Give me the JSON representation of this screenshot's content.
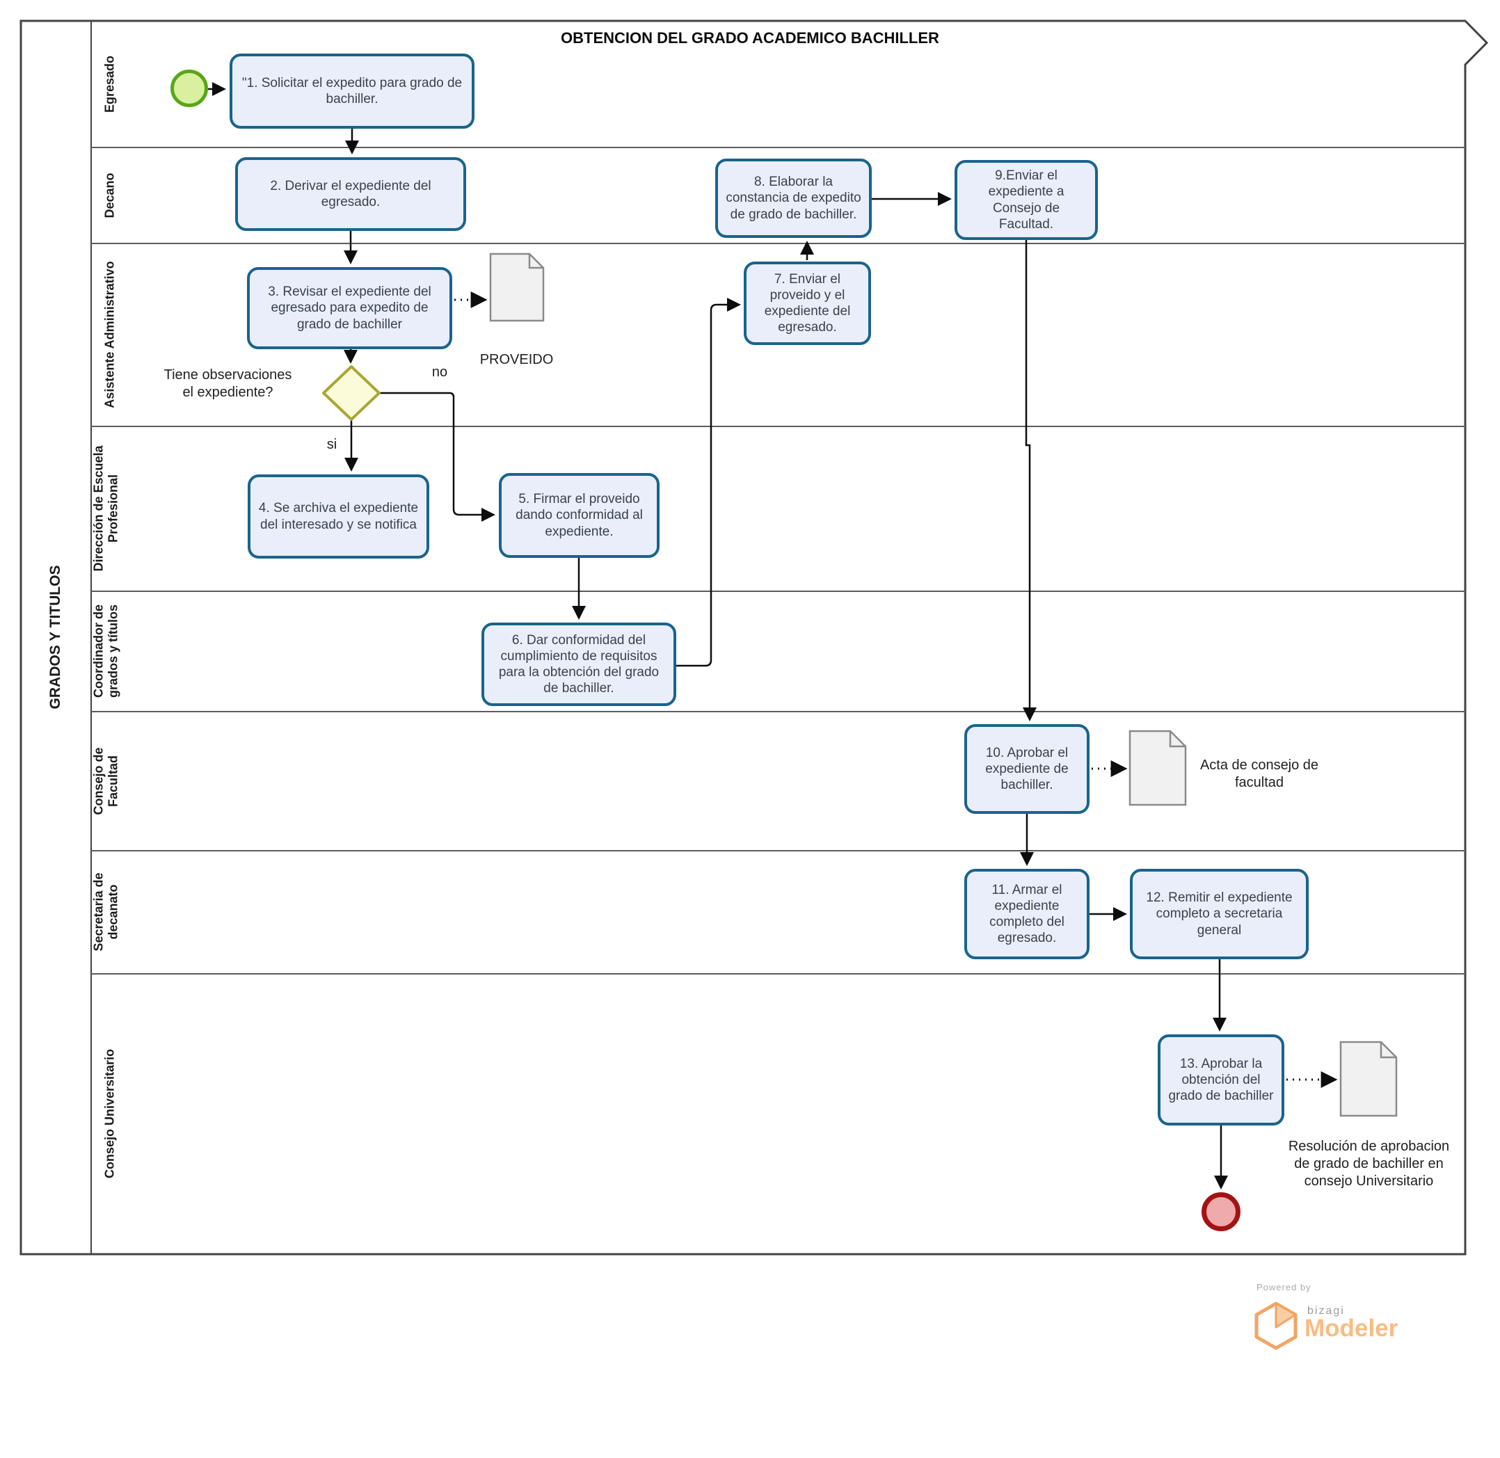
{
  "title": "OBTENCION DEL GRADO ACADEMICO BACHILLER",
  "pool": {
    "label": "GRADOS Y TITULOS"
  },
  "lanes": [
    {
      "name": "Egresado"
    },
    {
      "name": "Decano"
    },
    {
      "name": "Asistente Administrativo"
    },
    {
      "name": "Dirección de Escuela\nProfesional"
    },
    {
      "name": "Coordinador de\ngrados y títulos"
    },
    {
      "name": "Consejo de\nFacultad"
    },
    {
      "name": "Secretaria de\ndecanato"
    },
    {
      "name": "Consejo Universitario"
    }
  ],
  "tasks": {
    "t1": "\"1. Solicitar el expedito para grado de bachiller.",
    "t2": "2. Derivar el expediente del egresado.",
    "t3": "3. Revisar el expediente del egresado para expedito de grado de bachiller",
    "t4": "4. Se archiva el expediente del interesado y se notifica",
    "t5": "5. Firmar el proveido dando conformidad al expediente.",
    "t6": "6. Dar conformidad del cumplimiento de requisitos para la obtención del grado de bachiller.",
    "t7": "7. Enviar el proveido y el expediente del egresado.",
    "t8": "8. Elaborar la constancia de expedito de grado de bachiller.",
    "t9": "9.Enviar el expediente a Consejo de Facultad.",
    "t10": "10. Aprobar el expediente de bachiller.",
    "t11": "11. Armar el expediente completo del egresado.",
    "t12": "12. Remitir el expediente completo a secretaria general",
    "t13": "13. Aprobar la obtención del grado de bachiller"
  },
  "gateway": {
    "question": "Tiene observaciones\nel expediente?",
    "no_label": "no",
    "si_label": "si"
  },
  "documents": {
    "proveido": "PROVEIDO",
    "acta": "Acta de consejo de\nfacultad",
    "resolucion": "Resolución de aprobacion\nde grado de bachiller en\nconsejo Universitario"
  },
  "footer": {
    "powered_by": "Powered by",
    "brand": "bizagi",
    "product": "Modeler"
  },
  "colors": {
    "task_fill": "#e9eefa",
    "task_border": "#19648c",
    "start_fill": "#d9f0a0",
    "start_border": "#58a618",
    "end_fill": "#efabab",
    "end_border": "#a41313",
    "gateway_fill": "#fbfbd9",
    "gateway_border": "#a7a737",
    "doc_fill": "#f1f1f1",
    "doc_border": "#8a8a8a",
    "logo_orange": "#f3a564",
    "logo_gray": "#9b9b9b"
  }
}
